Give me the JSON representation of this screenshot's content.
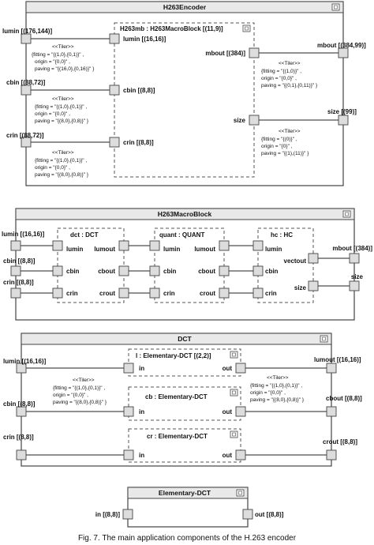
{
  "encoder": {
    "title": "H263Encoder",
    "part": "H263mb : H263MacroBlock [(11,9)]",
    "ports": {
      "lumin": "lumin [(176,144)]",
      "cbin": "cbin [(88,72)]",
      "crin": "crin [(88,72)]",
      "mbout": "mbout [(384,99)]",
      "size": "size [(99)]"
    },
    "part_ports": {
      "lumin": "lumin [(16,16)]",
      "cbin": "cbin [(8,8)]",
      "crin": "crin [(8,8)]",
      "mbout": "mbout [(384)]",
      "size": "size"
    },
    "tilers": [
      [
        "<<Tiler>>",
        "{fitting = \"{(1,0},{0,1)}\"  ,",
        "origin = \"{0,0}\"  ,",
        "paving = \"{(16,0},{0,16)}\"  }"
      ],
      [
        "<<Tiler>>",
        "{fitting = \"{(1,0},{0,1)}\"  ,",
        "origin = \"{0,0}\"  ,",
        "paving = \"{(8,0},{0,8)}\"  }"
      ],
      [
        "<<Tiler>>",
        "{fitting = \"{(1,0},{0,1)}\"  ,",
        "origin = \"{0,0}\"  ,",
        "paving = \"{(8,0},{0,8)}\"  }"
      ],
      [
        "<<Tiler>>",
        "{fitting = \"{(1,0)}\"  ,",
        "origin = \"{0,0}\"  ,",
        "paving = \"{(0,1},{0,11)}\"  }"
      ],
      [
        "<<Tiler>>",
        "{fitting = \"{(0)}\"  ,",
        "origin = \"{0}\"  ,",
        "paving = \"{(1),(11)}\"  }"
      ]
    ]
  },
  "macroblock": {
    "title": "H263MacroBlock",
    "ports": {
      "lumin": "lumin [(16,16)]",
      "cbin": "cbin [(8,8)]",
      "crin": "crin [(8,8)]",
      "mbout": "mbout [(384)]",
      "size": "size"
    },
    "parts": [
      {
        "name": "dct : DCT",
        "in": [
          "lumin",
          "cbin",
          "crin"
        ],
        "out": [
          "lumout",
          "cbout",
          "crout"
        ]
      },
      {
        "name": "quant : QUANT",
        "in": [
          "lumin",
          "cbin",
          "crin"
        ],
        "out": [
          "lumout",
          "cbout",
          "crout"
        ]
      },
      {
        "name": "hc : HC",
        "in": [
          "lumin",
          "cbin",
          "crin"
        ],
        "out": [
          "vectout",
          "size"
        ]
      }
    ]
  },
  "dct": {
    "title": "DCT",
    "ports": {
      "lumin": "lumin [(16,16)]",
      "cbin": "cbin [(8,8)]",
      "crin": "crin [(8,8)]",
      "lumout": "lumout [(16,16)]",
      "cbout": "cbout [(8,8)]",
      "crout": "crout [(8,8)]"
    },
    "parts": [
      "l : Elementary-DCT [(2,2)]",
      "cb : Elementary-DCT",
      "cr : Elementary-DCT"
    ],
    "part_in": "in",
    "part_out": "out",
    "tilers": [
      [
        "<<Tiler>>",
        "{fitting = \"{(1,0},{0,1)}\"  ,",
        "origin = \"{0,0}\"  ,",
        "paving = \"{(8,0},{0,8)}\"  }"
      ],
      [
        "<<Tiler>>",
        "{fitting = \"{(1,0},{0,1)}\"  ,",
        "origin = \"{0,0}\"  ,",
        "paving = \"{(8,0},{0,8)}\"  }"
      ]
    ]
  },
  "elementary": {
    "title": "Elementary-DCT",
    "in": "in [(8,8)]",
    "out": "out [(8,8)]"
  },
  "caption": "Fig. 7.   The main application components of the H.263 encoder"
}
